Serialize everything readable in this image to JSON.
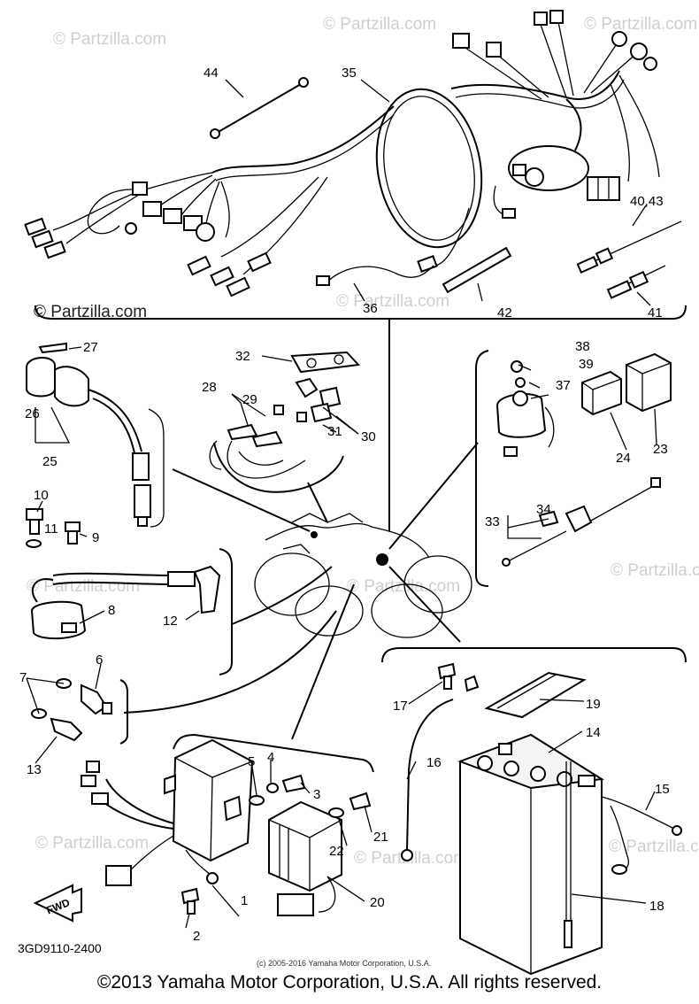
{
  "watermark": {
    "text": "© Partzilla.com"
  },
  "labels": {
    "p1": "1",
    "p2": "2",
    "p3": "3",
    "p4": "4",
    "p5": "5",
    "p6": "6",
    "p7": "7",
    "p8": "8",
    "p9": "9",
    "p10": "10",
    "p11": "11",
    "p12": "12",
    "p13": "13",
    "p14": "14",
    "p15": "15",
    "p16": "16",
    "p17": "17",
    "p18": "18",
    "p19": "19",
    "p20": "20",
    "p21": "21",
    "p22": "22",
    "p23": "23",
    "p24": "24",
    "p25": "25",
    "p26": "26",
    "p27": "27",
    "p28": "28",
    "p29": "29",
    "p30": "30",
    "p31": "31",
    "p32": "32",
    "p33": "33",
    "p34": "34",
    "p35": "35",
    "p36": "36",
    "p37": "37",
    "p38": "38",
    "p39": "39",
    "p40_43": "40,43",
    "p41": "41",
    "p42": "42",
    "p44": "44"
  },
  "fwd_arrow": "FWD",
  "diagram_code": "3GD9110-2400",
  "small_copyright": "(c) 2005-2016 Yamaha Motor Corporation, U.S.A.",
  "footer_copyright": "©2013 Yamaha Motor Corporation, U.S.A. All rights reserved."
}
